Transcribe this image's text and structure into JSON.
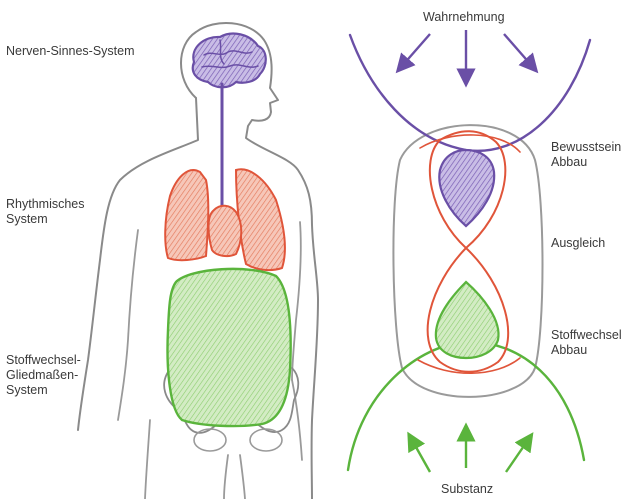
{
  "left_labels": {
    "nerve": "Nerven-Sinnes-System",
    "rhythm": [
      "Rhythmisches",
      "System"
    ],
    "metabolic": [
      "Stoffwechsel-",
      "Gliedmaßen-",
      "System"
    ]
  },
  "right_labels": {
    "top": "Wahrnehmung",
    "bottom": "Substanz",
    "upper_pole": [
      "Bewusstsein",
      "Abbau"
    ],
    "middle": "Ausgleich",
    "lower_pole": [
      "Stoffwechsel",
      "Abbau"
    ]
  },
  "colors": {
    "outline": "#8a8a8a",
    "nerve": "#6a4fa6",
    "rhythm": "#e0553a",
    "metabolic": "#5ab43c",
    "text": "#3a3a3a"
  }
}
